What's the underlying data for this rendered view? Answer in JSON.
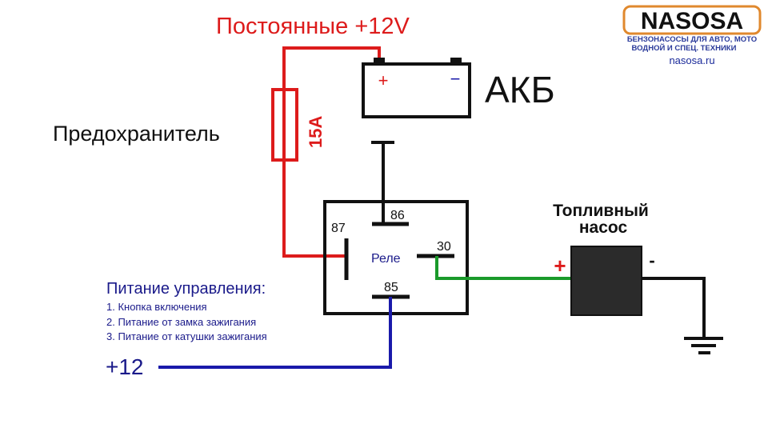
{
  "logo": {
    "brand": "NASOSA",
    "tagline_line1": "БЕНЗОНАСОСЫ ДЛЯ АВТО, МОТО",
    "tagline_line2": "ВОДНОЙ И СПЕЦ. ТЕХНИКИ",
    "site": "nasosa.ru",
    "colors": {
      "frame": "#e0892e",
      "text": "#111111",
      "tagline": "#2a3a9a",
      "site": "#1a2a9a"
    }
  },
  "labels": {
    "constant_power": "Постоянные +12V",
    "battery": "АКБ",
    "battery_plus": "+",
    "battery_minus": "−",
    "fuse": "Предохранитель",
    "fuse_rating": "15A",
    "relay": "Реле",
    "pin_86": "86",
    "pin_87": "87",
    "pin_30": "30",
    "pin_85": "85",
    "pump_line1": "Топливный",
    "pump_line2": "насос",
    "pump_plus": "+",
    "pump_minus": "-",
    "control_title": "Питание управления:",
    "control_items": [
      "1. Кнопка включения",
      "2. Питание от замка зажигания",
      "3. Питание от катушки зажигания"
    ],
    "plus12": "+12"
  },
  "colors": {
    "power_wire": "#dd1b1b",
    "control_wire": "#1a1aaa",
    "output_wire": "#1a9a2a",
    "ground_wire": "#111111",
    "pump_body": "#2b2b2b",
    "control_text": "#1a1a8a"
  }
}
